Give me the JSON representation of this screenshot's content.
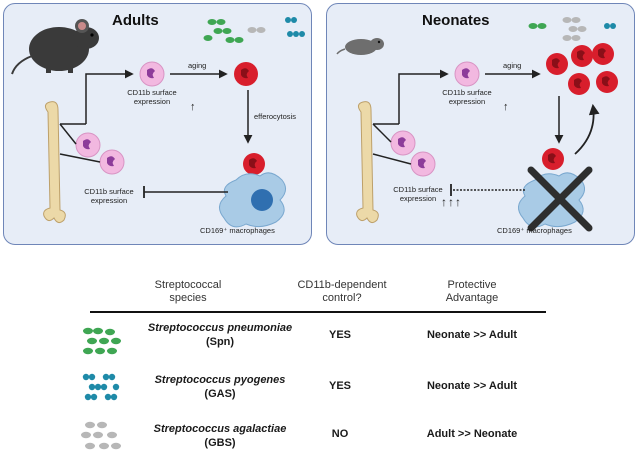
{
  "adults": {
    "title": "Adults",
    "aging": "aging",
    "cd11b_top": "CD11b surface expression",
    "efferocytosis": "efferocytosis",
    "cd11b_bottom": "CD11b surface expression",
    "macrophages": "CD169⁺ macrophages",
    "top_arrow": "↑"
  },
  "neonates": {
    "title": "Neonates",
    "aging": "aging",
    "cd11b_top": "CD11b surface expression",
    "cd11b_bottom": "CD11b surface expression",
    "macrophages": "CD169⁺ macrophages",
    "top_arrow": "↑",
    "bottom_arrows": "↑↑↑"
  },
  "colors": {
    "panel_bg": "#e7edf7",
    "panel_border": "#6f86b8",
    "neutrophil": "#f2b8e0",
    "rbc": "#d81e2c",
    "macrophage": "#a9cbe6",
    "spn": "#3fa653",
    "gas": "#1e8aa8",
    "gbs": "#b7b7b7"
  },
  "table": {
    "headers": {
      "species": "Streptococcal species",
      "control": "CD11b-dependent control?",
      "advantage": "Protective Advantage"
    },
    "rows": [
      {
        "icon": "spn-bacteria-icon",
        "name": "Streptococcus pneumoniae",
        "abbr": "(Spn)",
        "control": "YES",
        "advantage": "Neonate >> Adult"
      },
      {
        "icon": "gas-bacteria-icon",
        "name": "Streptococcus pyogenes",
        "abbr": "(GAS)",
        "control": "YES",
        "advantage": "Neonate >> Adult"
      },
      {
        "icon": "gbs-bacteria-icon",
        "name": "Streptococcus agalactiae",
        "abbr": "(GBS)",
        "control": "NO",
        "advantage": "Adult >> Neonate"
      }
    ]
  }
}
